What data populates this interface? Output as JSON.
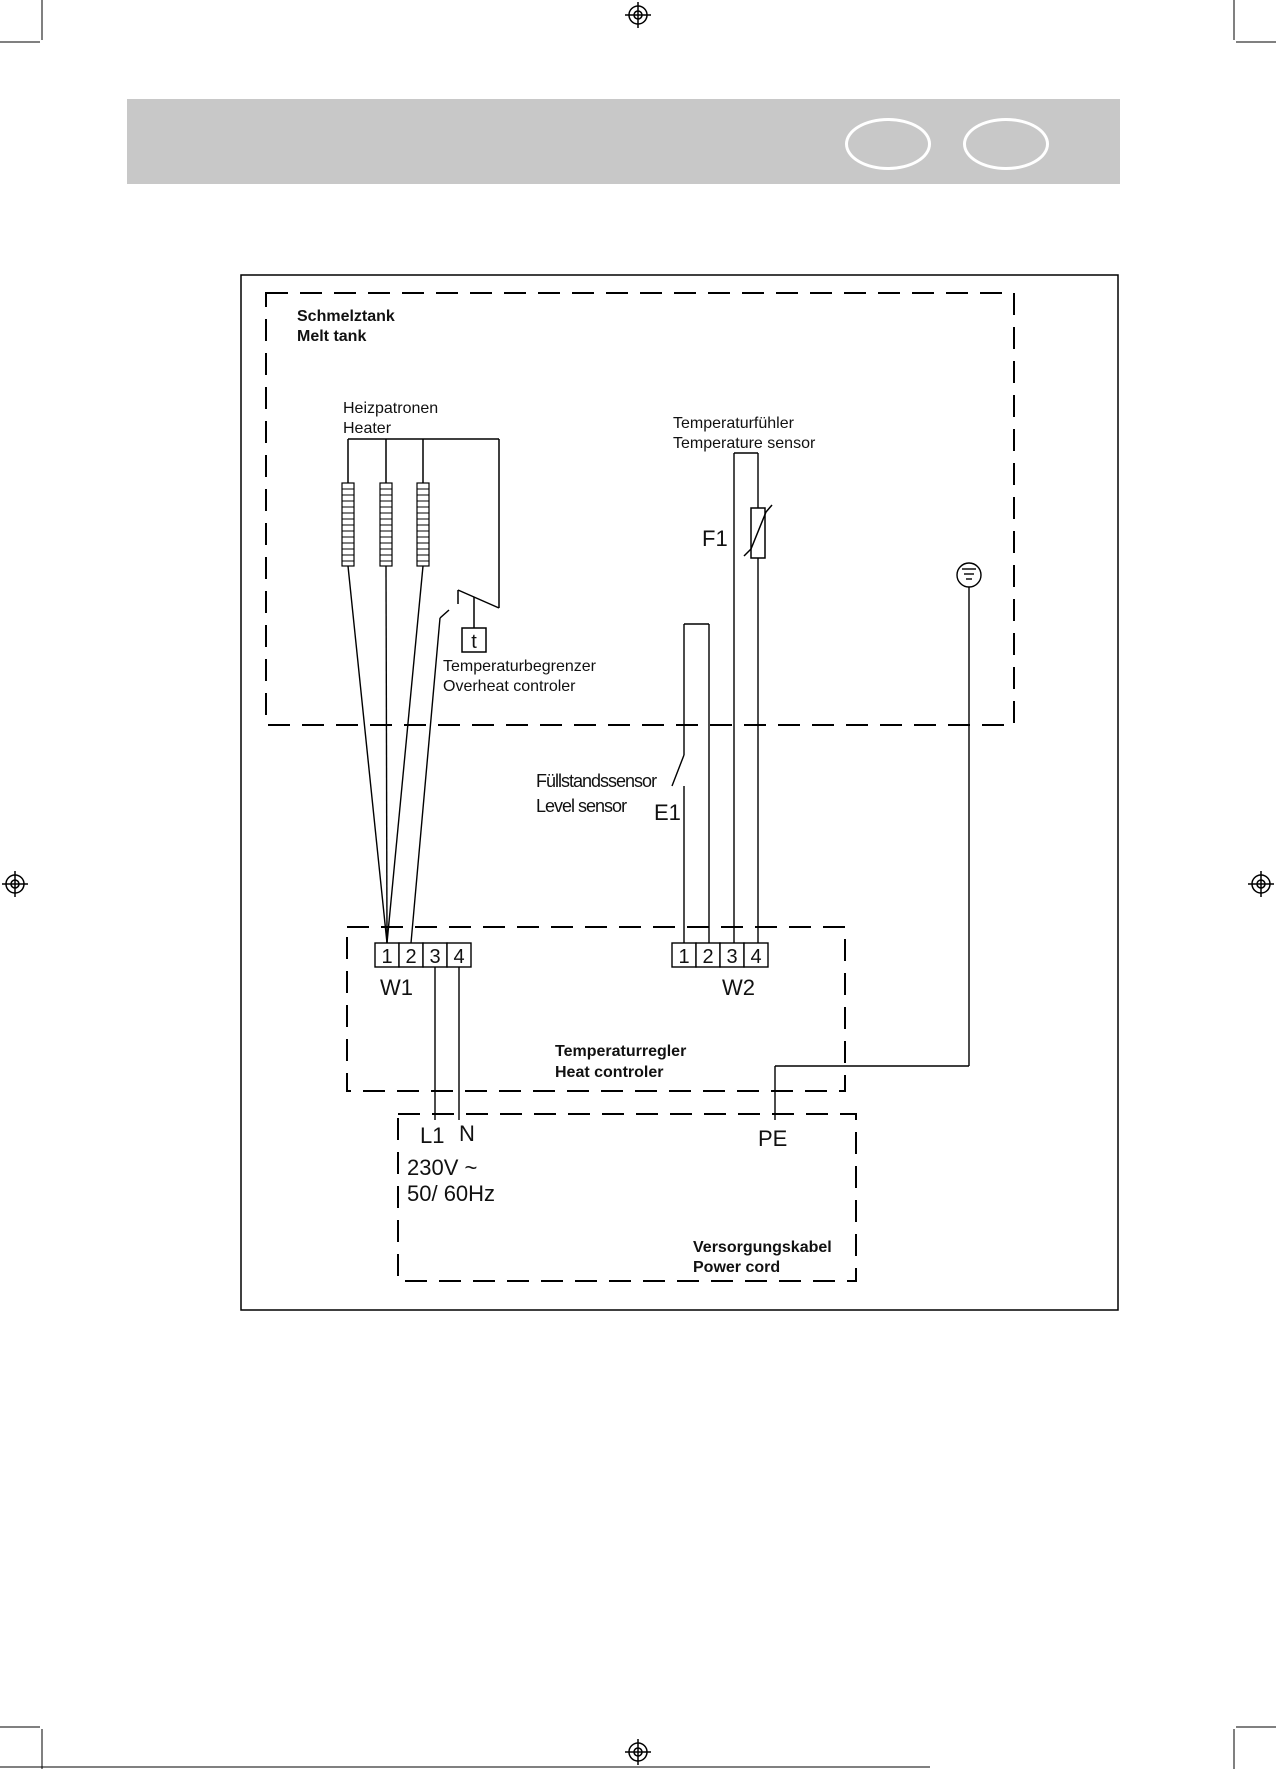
{
  "diagram": {
    "melt_tank": {
      "title_de": "Schmelztank",
      "title_en": "Melt tank"
    },
    "heater": {
      "label_de": "Heizpatronen",
      "label_en": "Heater"
    },
    "overheat": {
      "label_de": "Temperaturbegrenzer",
      "label_en": "Overheat controler",
      "symbol": "t"
    },
    "temp_sensor": {
      "label_de": "Temperaturfühler",
      "label_en": "Temperature sensor",
      "id": "F1"
    },
    "level_sensor": {
      "label_de": "Füllstandssensor",
      "label_en": "Level sensor",
      "id": "E1"
    },
    "terminal_w1": {
      "id": "W1",
      "pins": [
        "1",
        "2",
        "3",
        "4"
      ]
    },
    "terminal_w2": {
      "id": "W2",
      "pins": [
        "1",
        "2",
        "3",
        "4"
      ]
    },
    "heat_controller": {
      "label_de": "Temperaturregler",
      "label_en": "Heat controler"
    },
    "power": {
      "l1": "L1",
      "n": "N",
      "pe": "PE",
      "voltage": "230V ~",
      "frequency": "50/ 60Hz",
      "label_de": "Versorgungskabel",
      "label_en": "Power cord"
    }
  }
}
